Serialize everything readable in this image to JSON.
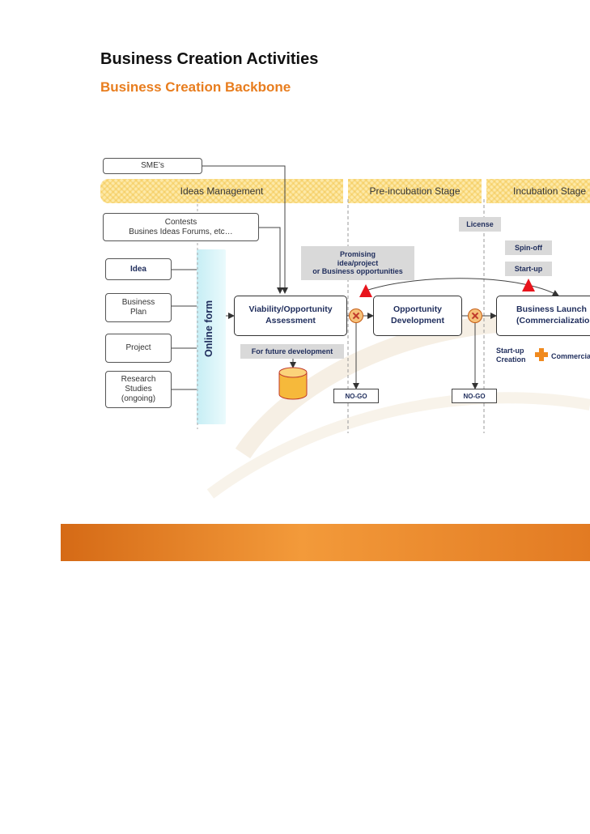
{
  "header": {
    "title": "Business Creation Activities",
    "subtitle": "Business Creation Backbone"
  },
  "stages": [
    {
      "label": "Ideas Management"
    },
    {
      "label": "Pre-incubation Stage"
    },
    {
      "label": "Incubation Stage"
    }
  ],
  "inputs": {
    "smes": "SME’s",
    "contests_line1": "Contests",
    "contests_line2": "Busines Ideas Forums, etc…",
    "idea": "Idea",
    "business_plan": "Business Plan",
    "project": "Project",
    "research": "Research Studies (ongoing)"
  },
  "online_form": "Online form",
  "process": {
    "viability": "Viability/Opportunity Assessment",
    "opportunity": "Opportunity Development",
    "launch_line1": "Business Launch",
    "launch_line2": "(Commercialization)"
  },
  "labels": {
    "future_dev": "For future development",
    "promising_line1": "Promising",
    "promising_line2": "idea/project",
    "promising_line3": "or Business opportunities",
    "license": "License",
    "spin_off": "Spin-off",
    "start_up": "Start-up",
    "nogo_1": "NO-GO",
    "nogo_2": "NO-GO",
    "startup_creation_line1": "Start-up",
    "startup_creation_line2": "Creation",
    "commercial": "Commercial"
  },
  "colors": {
    "title": "#111111",
    "subtitle": "#e87d1e",
    "stage_band": "#fde9a8",
    "online_form": "#c7eef5",
    "footer_band": "#e27a22",
    "decision_marker": "#c0392b",
    "milestone_marker": "#e8141c",
    "database": "#f6b93b"
  },
  "icons": {
    "decision": "x-circle-icon",
    "milestone": "triangle-icon",
    "database": "database-cylinder-icon",
    "plus": "plus-icon"
  }
}
